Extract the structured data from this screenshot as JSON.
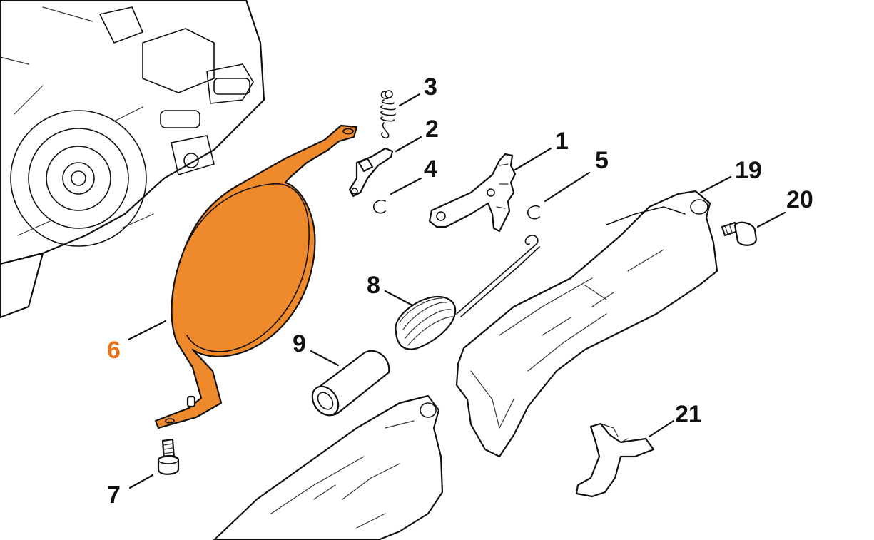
{
  "diagram": {
    "highlight_color": "#ef8a2c",
    "label_color": "#111111",
    "highlight_label_color": "#e8731e",
    "parts": [
      {
        "id": "1",
        "label": "1"
      },
      {
        "id": "2",
        "label": "2"
      },
      {
        "id": "3",
        "label": "3"
      },
      {
        "id": "4",
        "label": "4"
      },
      {
        "id": "5",
        "label": "5"
      },
      {
        "id": "6",
        "label": "6",
        "highlighted": true
      },
      {
        "id": "7",
        "label": "7"
      },
      {
        "id": "8",
        "label": "8"
      },
      {
        "id": "9",
        "label": "9"
      },
      {
        "id": "19",
        "label": "19"
      },
      {
        "id": "20",
        "label": "20"
      },
      {
        "id": "21",
        "label": "21"
      }
    ]
  }
}
